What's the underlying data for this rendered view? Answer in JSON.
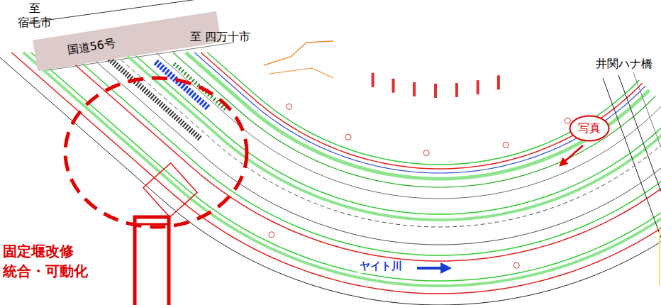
{
  "diagram": {
    "nodes": [
      {
        "text": [
          "国道56号"
        ]
      },
      {
        "text": [
          "写真"
        ]
      }
    ],
    "labels": [
      "至 宿毛市",
      "至 四万十市",
      "井関ハナ橋",
      "ヤイト川",
      "固定堰改修 統合・可動化"
    ]
  }
}
